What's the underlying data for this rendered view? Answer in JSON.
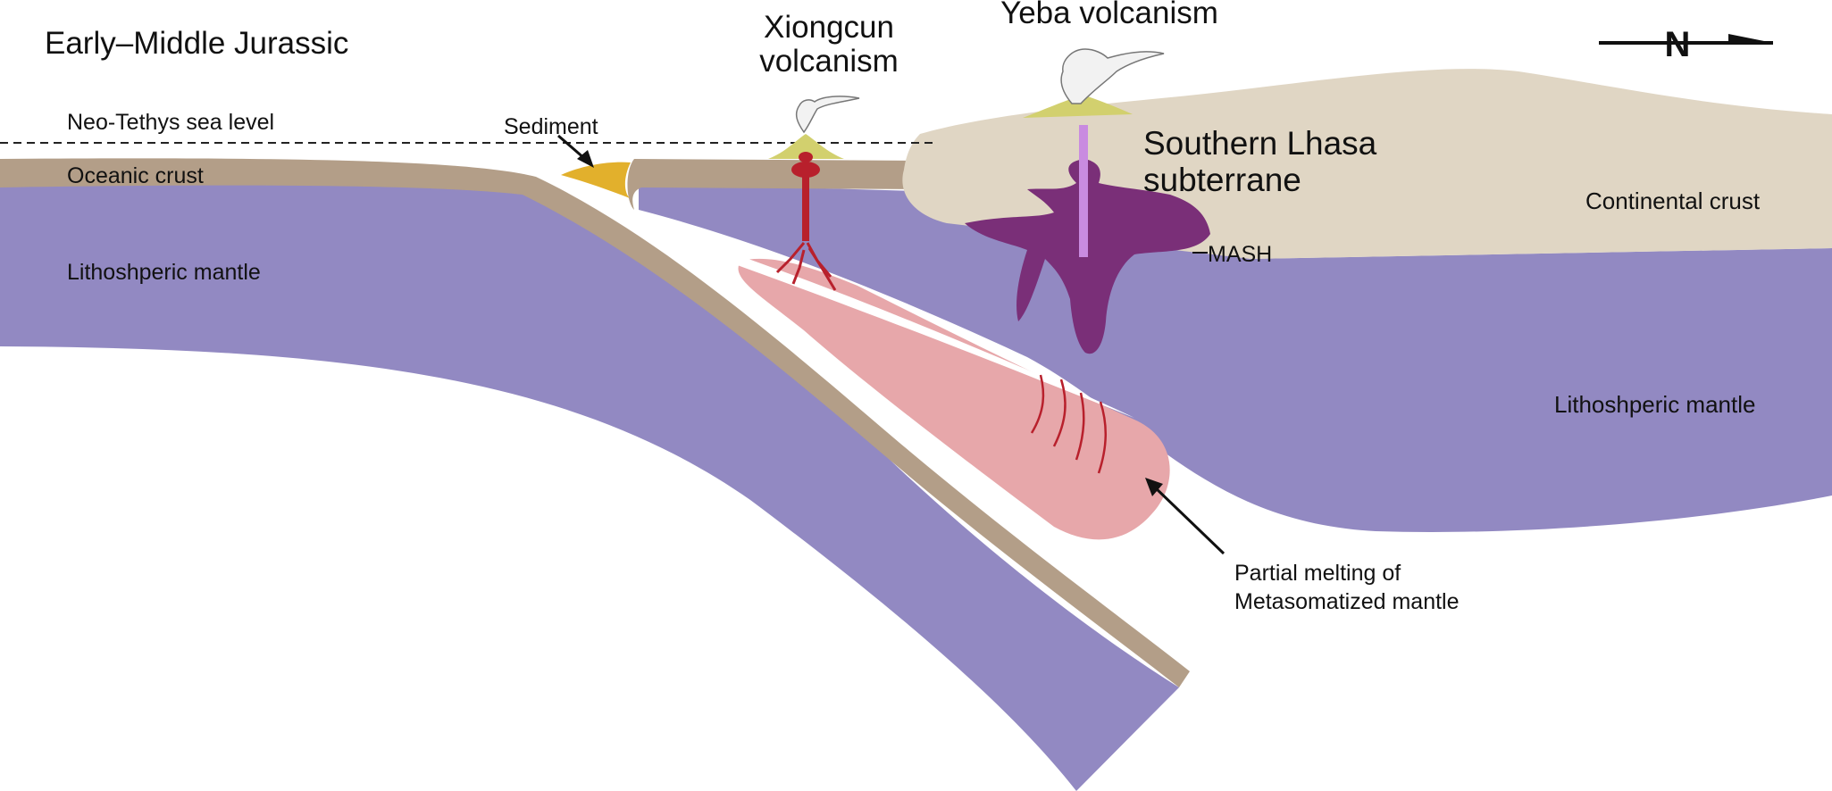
{
  "title": "Early–Middle Jurassic",
  "north_label": "N",
  "labels": {
    "sea_level": "Neo-Tethys sea level",
    "sediment": "Sediment",
    "oceanic_crust": "Oceanic crust",
    "lithospheric_mantle_left": "Lithoshperic mantle",
    "lithospheric_mantle_right": "Lithoshperic mantle",
    "continental_crust": "Continental crust",
    "southern_lhasa_line1": "Southern Lhasa",
    "southern_lhasa_line2": "subterrane",
    "xiongcun_line1": "Xiongcun",
    "xiongcun_line2": "volcanism",
    "yeba": "Yeba volcanism",
    "mash": "MASH",
    "partial_melting_line1": "Partial melting of",
    "partial_melting_line2": "Metasomatized mantle"
  },
  "colors": {
    "mantle": "#9289c2",
    "oceanic_crust": "#b39e88",
    "continental_crust": "#e0d6c4",
    "sediment": "#e2b02c",
    "melt_zone": "#e7a7aa",
    "xiongcun_magma": "#b8202c",
    "yeba_magma": "#7a2f78",
    "yeba_conduit": "#c98be0",
    "volcano_cone": "#d2d06e"
  }
}
